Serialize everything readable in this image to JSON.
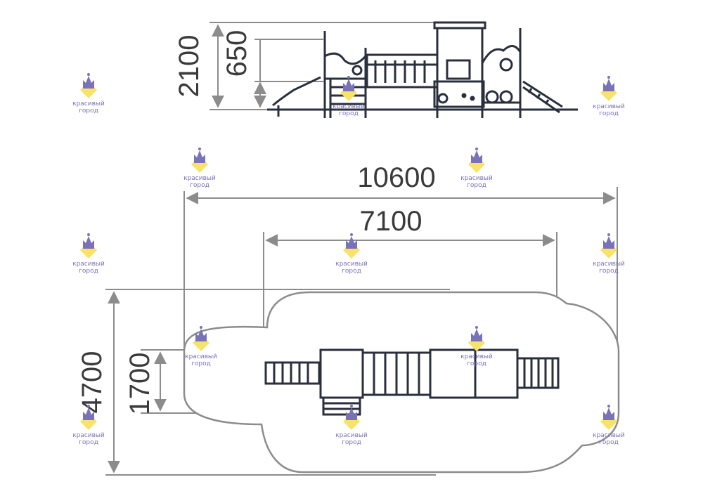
{
  "dimensions": {
    "side_height_total": "2100",
    "side_platform_height": "650",
    "plan_overall_length": "10600",
    "plan_structure_length": "7100",
    "plan_overall_width": "4700",
    "plan_structure_width": "1700"
  },
  "watermark": {
    "line1": "красивый",
    "line2": "город"
  },
  "colors": {
    "structure": "#2a2f3d",
    "dimension_lines": "#8c8c8c",
    "watermark_purple": "#7a72b8",
    "watermark_yellow": "#f7e36b"
  }
}
